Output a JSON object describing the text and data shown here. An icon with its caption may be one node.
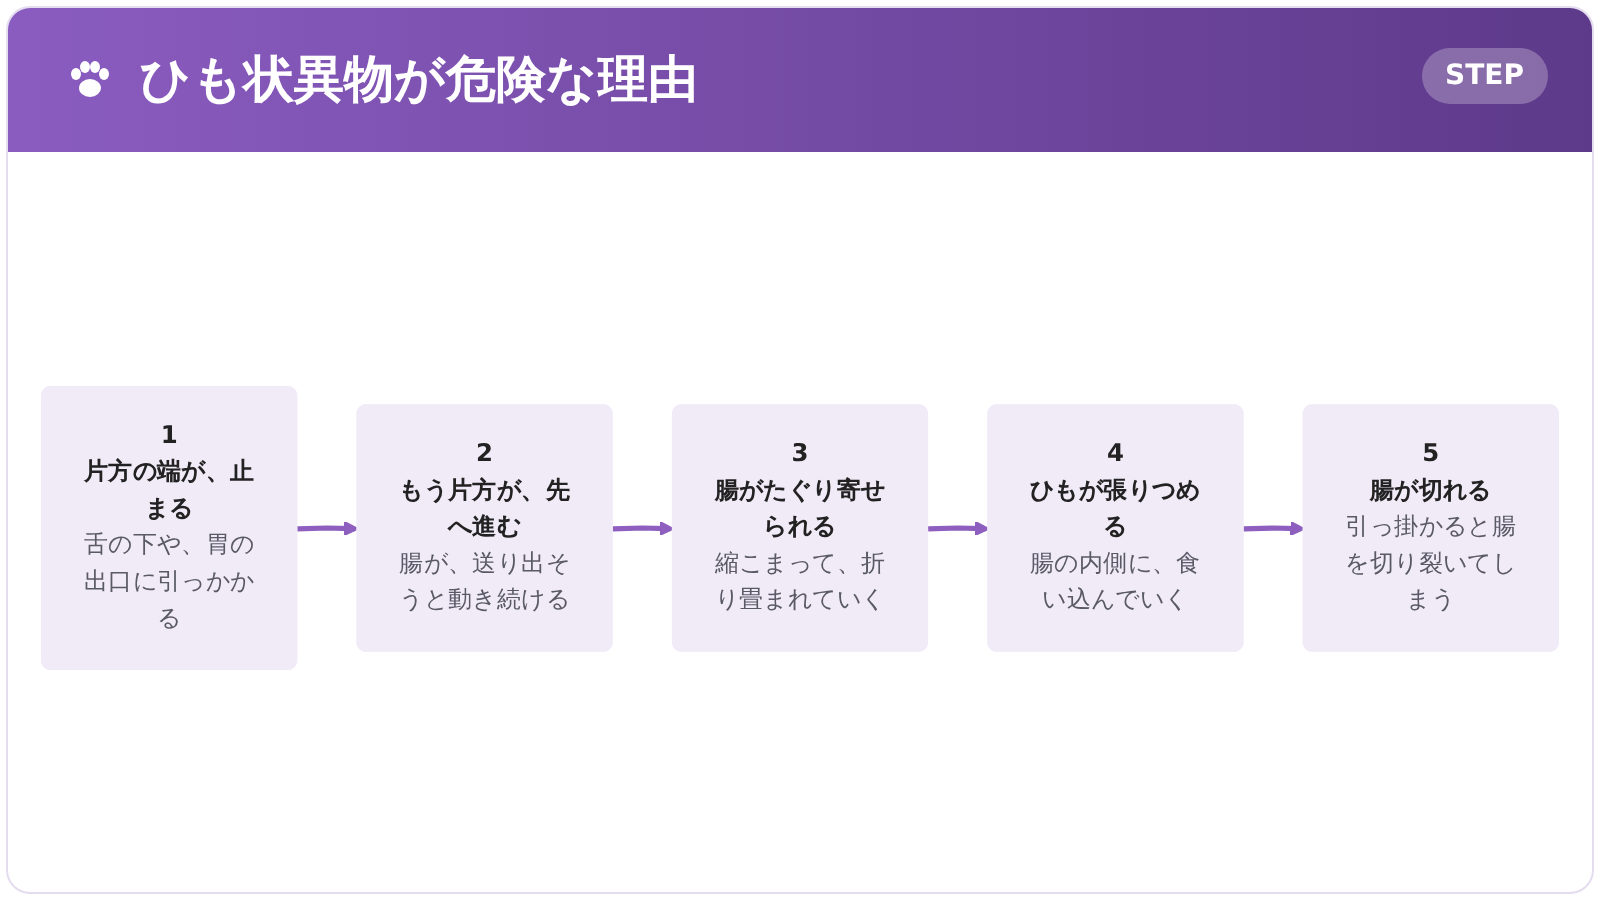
{
  "diagram": {
    "title": "ひも状異物が危険な理由",
    "nodes": [
      {
        "text": [
          "1",
          "片方の端が、止まる",
          "舌の下や、胃の出口に引っかかる"
        ]
      },
      {
        "text": [
          "2",
          "もう片方が、先へ進む",
          "腸が、送り出そうと動き続ける"
        ]
      },
      {
        "text": [
          "3",
          "腸がたぐり寄せられる",
          "縮こまって、折り畳まれていく"
        ]
      },
      {
        "text": [
          "4",
          "ひもが張りつめる",
          "腸の内側に、食い込んでいく"
        ]
      },
      {
        "text": [
          "5",
          "腸が切れる",
          "引っ掛かると腸を切り裂いてしまう"
        ]
      }
    ],
    "edges": [
      {
        "from": 0,
        "to": 1,
        "arrow": "to"
      },
      {
        "from": 1,
        "to": 2,
        "arrow": "to"
      },
      {
        "from": 2,
        "to": 3,
        "arrow": "to"
      },
      {
        "from": 3,
        "to": 4,
        "arrow": "to"
      }
    ],
    "labels": [
      "STEP"
    ]
  }
}
